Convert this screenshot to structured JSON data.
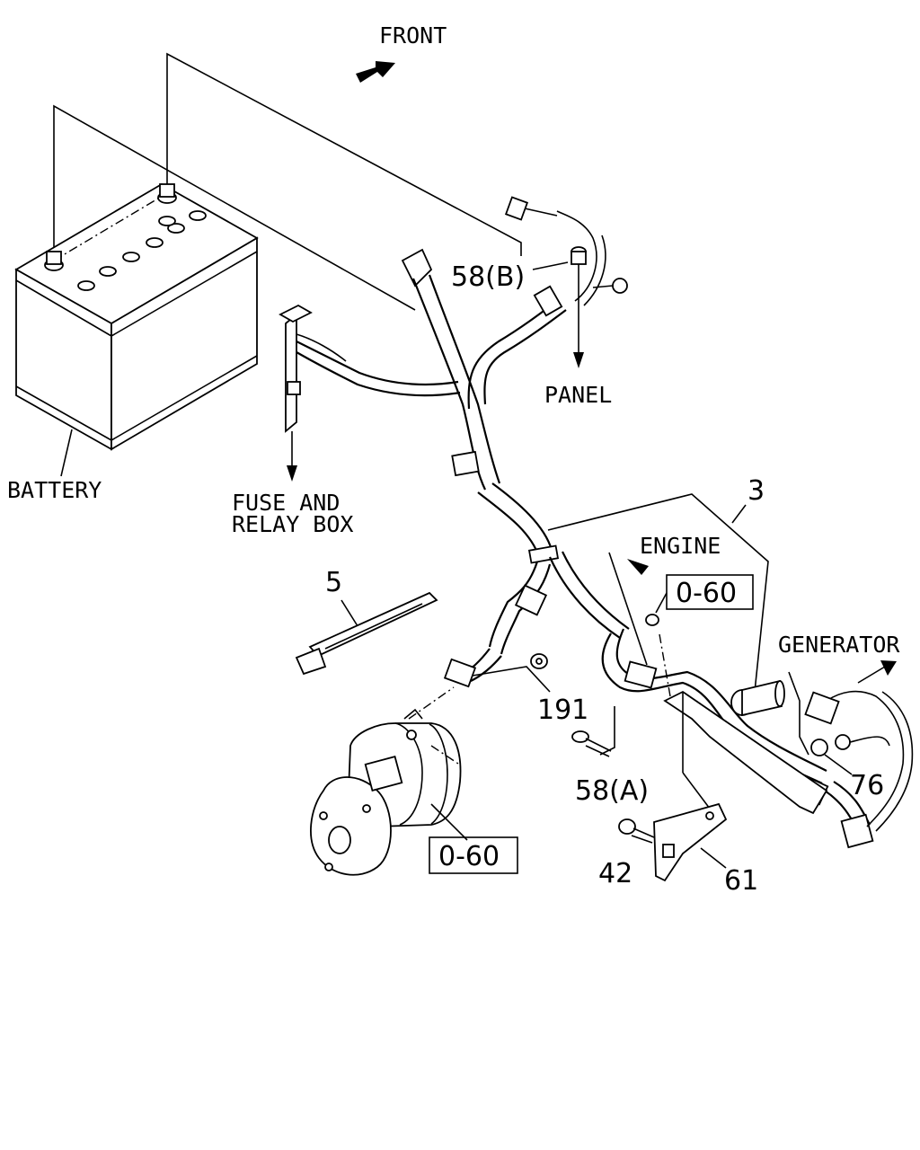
{
  "labels": {
    "front": "FRONT",
    "battery": "BATTERY",
    "fuse_line1": "FUSE AND",
    "fuse_line2": "RELAY BOX",
    "panel": "PANEL",
    "engine": "ENGINE",
    "generator": "GENERATOR",
    "part_58b": "58(B)",
    "part_3": "3",
    "part_5": "5",
    "part_191": "191",
    "part_58a": "58(A)",
    "part_76": "76",
    "part_42": "42",
    "part_61": "61",
    "ref_upper": "0-60",
    "ref_lower": "0-60"
  },
  "icons": [
    "front-arrow-icon",
    "battery-icon",
    "starter-motor-icon",
    "cable-tie-icon",
    "bolt-icon",
    "nut-icon",
    "bracket-icon"
  ]
}
